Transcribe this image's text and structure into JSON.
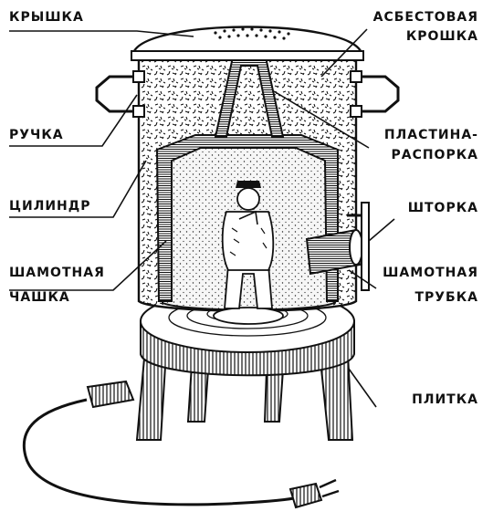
{
  "labels": {
    "lid": "КРЫШКА",
    "asbestos_1": "АСБЕСТОВАЯ",
    "asbestos_2": "КРОШКА",
    "handle": "РУЧКА",
    "plate_1": "ПЛАСТИНА-",
    "plate_2": "РАСПОРКА",
    "cylinder": "ЦИЛИНДР",
    "shutter": "ШТОРКА",
    "cup_1": "ШАМОТНАЯ",
    "cup_2": "ЧАШКА",
    "tube_1": "ШАМОТНАЯ",
    "tube_2": "ТРУБКА",
    "stove": "ПЛИТКА"
  },
  "colors": {
    "ink": "#111111",
    "paper": "#ffffff",
    "interior": "#f4f4f4"
  }
}
